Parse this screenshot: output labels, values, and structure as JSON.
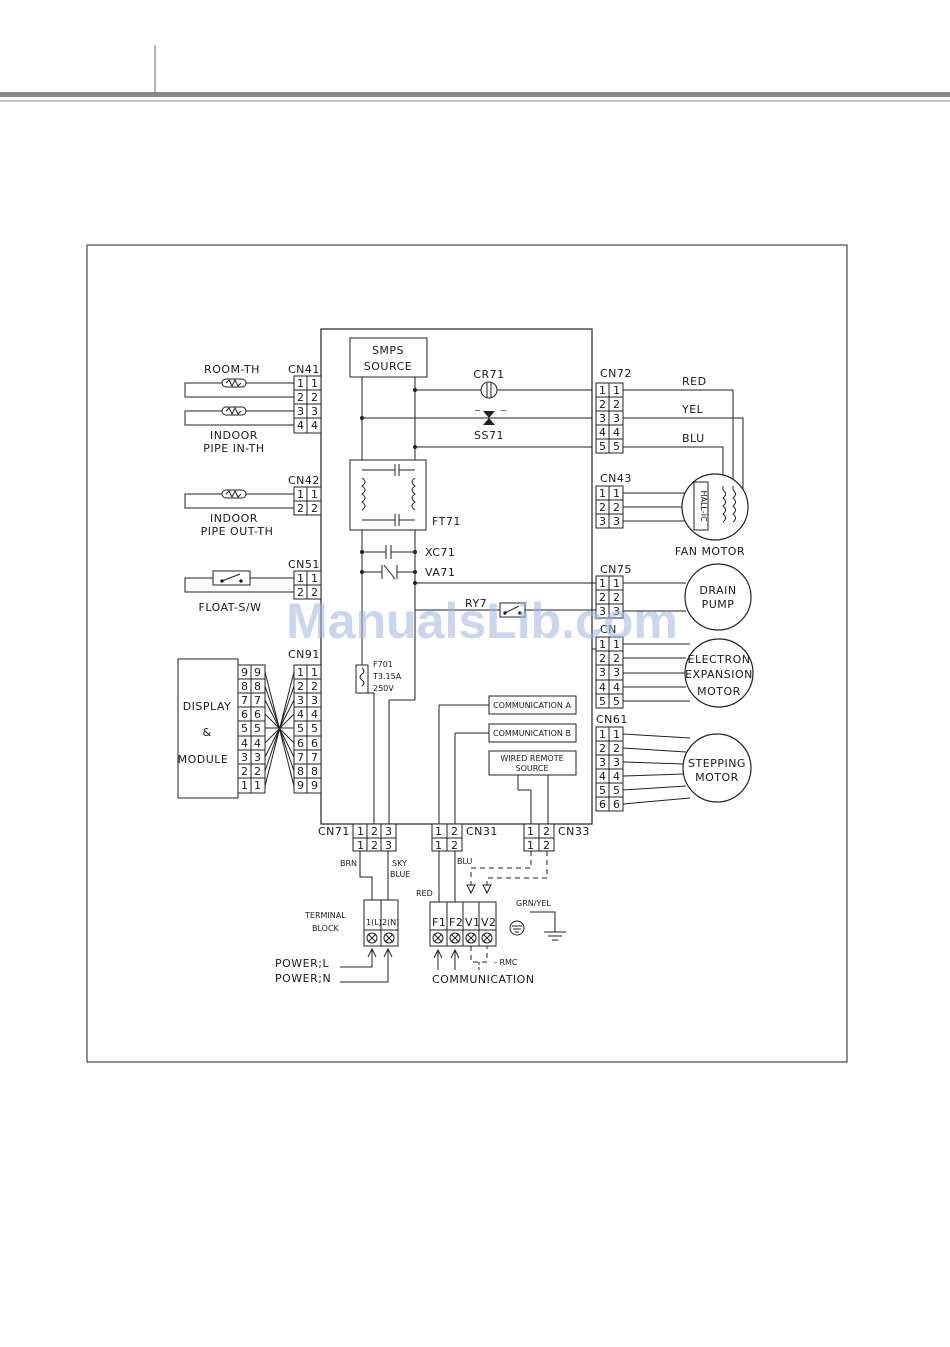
{
  "labels": {
    "smps_1": "SMPS",
    "smps_2": "SOURCE",
    "cr71": "CR71",
    "ss71": "SS71",
    "ft71": "FT71",
    "xc71": "XC71",
    "va71": "VA71",
    "ry7": "RY7",
    "f701_1": "F701",
    "f701_2": "T3.15A",
    "f701_3": "250V",
    "room_th": "ROOM-TH",
    "indoor_in_1": "INDOOR",
    "indoor_in_2": "PIPE IN-TH",
    "indoor_out_1": "INDOOR",
    "indoor_out_2": "PIPE OUT-TH",
    "float_sw": "FLOAT-S/W",
    "display_1": "DISPLAY",
    "display_2": "&",
    "display_3": "MODULE",
    "red": "RED",
    "yel": "YEL",
    "blu": "BLU",
    "hall_ic": "HALL-IC",
    "fan_motor": "FAN MOTOR",
    "drain_1": "DRAIN",
    "drain_2": "PUMP",
    "eev_1": "ELECTRON",
    "eev_2": "EXPANSION",
    "eev_3": "MOTOR",
    "step_1": "STEPPING",
    "step_2": "MOTOR",
    "comm_a": "COMMUNICATION A",
    "comm_b": "COMMUNICATION B",
    "wired_1": "WIRED REMOTE",
    "wired_2": "SOURCE",
    "brn": "BRN",
    "sky_1": "SKY",
    "sky_2": "BLUE",
    "blu2": "BLU",
    "red2": "RED",
    "terminal_1": "TERMINAL",
    "terminal_2": "BLOCK",
    "tb_1": "1(L)",
    "tb_2": "2(N)",
    "f1": "F1",
    "f2": "F2",
    "v1": "V1",
    "v2": "V2",
    "grn_yel": "GRN/YEL",
    "power_l": "POWER;L",
    "power_n": "POWER;N",
    "rmc": "RMC",
    "communication": "COMMUNICATION",
    "watermark": "ManualsLib.com"
  },
  "connectors": {
    "cn41": "CN41",
    "cn42": "CN42",
    "cn51": "CN51",
    "cn91": "CN91",
    "cn72": "CN72",
    "cn43": "CN43",
    "cn75": "CN75",
    "cn_hidden": "CN",
    "cn61": "CN61",
    "cn71": "CN71",
    "cn31": "CN31",
    "cn33": "CN33"
  }
}
